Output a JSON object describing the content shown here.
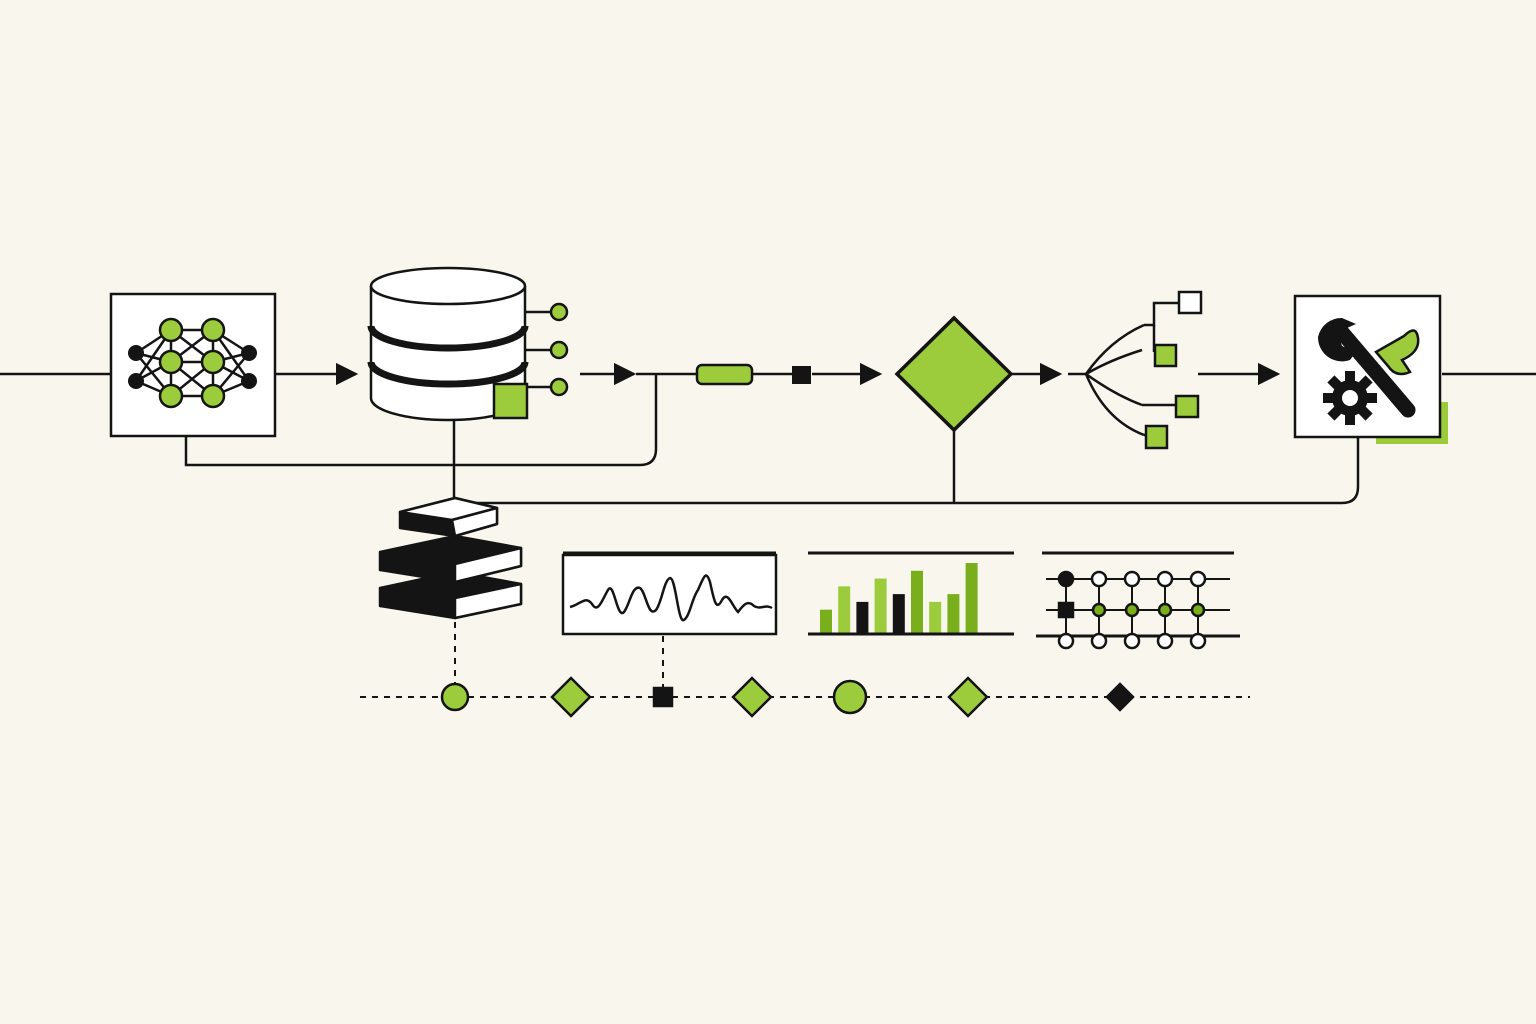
{
  "colors": {
    "background": "#f9f6ee",
    "ink": "#141414",
    "accent": "#9ccc3c",
    "accent_dark": "#79ae1c",
    "card": "#ffffff"
  },
  "stages": [
    {
      "id": "neural-network",
      "icon": "neural-network-icon"
    },
    {
      "id": "database",
      "icon": "database-cylinder-icon"
    },
    {
      "id": "pipeline-connector",
      "icon": "connector-capsule-icon"
    },
    {
      "id": "decision",
      "icon": "decision-diamond-icon"
    },
    {
      "id": "branching-tree",
      "icon": "tree-branch-icon"
    },
    {
      "id": "tools",
      "icon": "wrench-gear-icon"
    }
  ],
  "outputs": [
    {
      "id": "stacked-layers",
      "icon": "stacked-layers-icon"
    },
    {
      "id": "waveform",
      "icon": "waveform-chart-icon"
    },
    {
      "id": "bar-chart",
      "icon": "bar-chart-icon"
    },
    {
      "id": "node-grid",
      "icon": "node-grid-icon"
    }
  ],
  "bar_chart": {
    "values": [
      3,
      6,
      4,
      7,
      5,
      8,
      4,
      5,
      9
    ],
    "colors": [
      "accent_dark",
      "accent",
      "ink",
      "accent",
      "ink",
      "accent_dark",
      "accent",
      "accent_dark",
      "accent_dark"
    ]
  },
  "timeline_markers": [
    "circle",
    "diamond",
    "square",
    "diamond",
    "circle",
    "diamond",
    "diamond-dark"
  ]
}
